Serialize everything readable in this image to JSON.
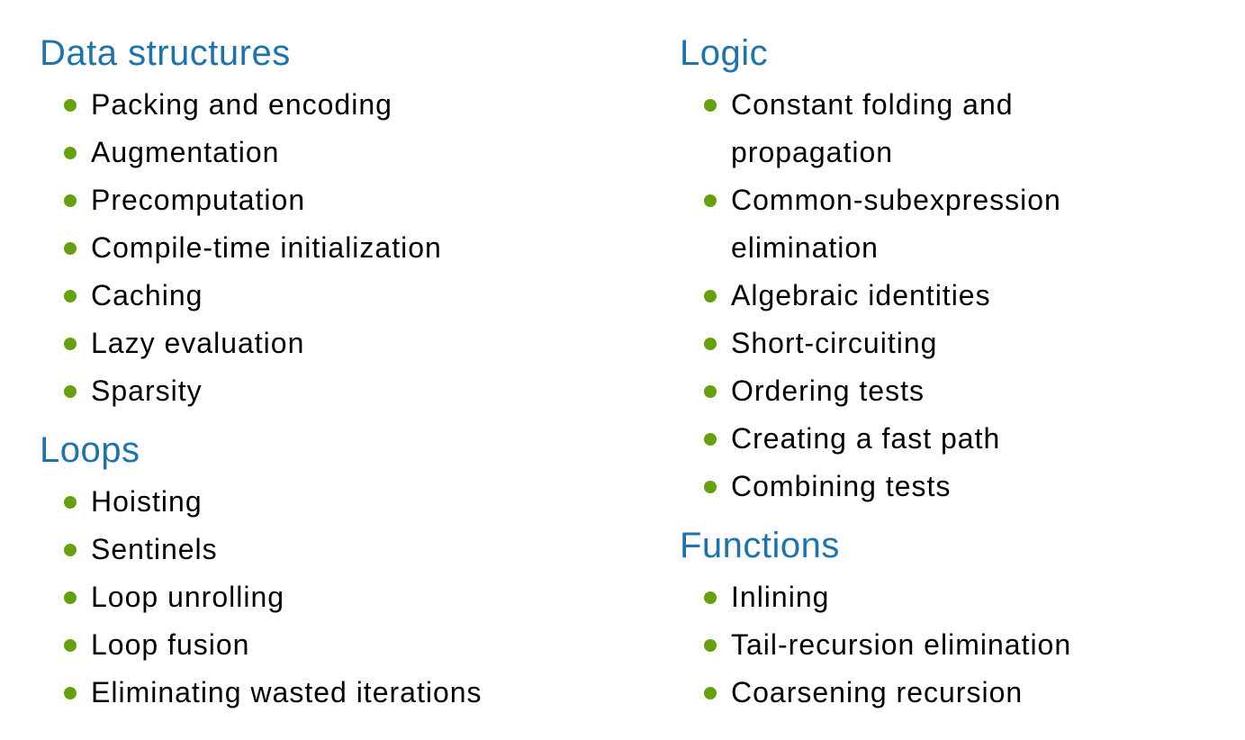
{
  "slide": {
    "background": "#ffffff",
    "heading_color": "#1f73a8",
    "bullet_color": "#66a00e",
    "text_color": "#000000"
  },
  "columns": [
    {
      "sections": [
        {
          "title": "Data structures",
          "items": [
            "Packing and encoding",
            "Augmentation",
            "Precomputation",
            "Compile-time initialization",
            "Caching",
            "Lazy evaluation",
            "Sparsity"
          ]
        },
        {
          "title": "Loops",
          "items": [
            "Hoisting",
            "Sentinels",
            "Loop unrolling",
            "Loop fusion",
            "Eliminating wasted iterations"
          ]
        }
      ]
    },
    {
      "sections": [
        {
          "title": "Logic",
          "items": [
            "Constant folding and propagation",
            "Common-subexpression elimination",
            "Algebraic identities",
            "Short-circuiting",
            "Ordering tests",
            "Creating a fast path",
            "Combining tests"
          ]
        },
        {
          "title": "Functions",
          "items": [
            "Inlining",
            "Tail-recursion elimination",
            "Coarsening recursion"
          ]
        }
      ]
    }
  ]
}
